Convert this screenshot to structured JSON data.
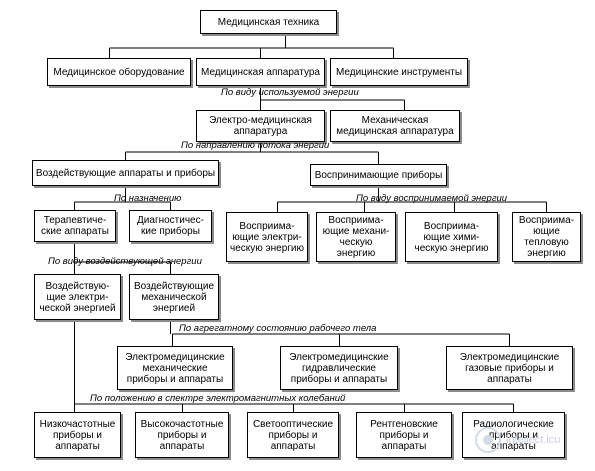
{
  "nodes": {
    "root": "Медицинская техника",
    "equipment": "Медицинское оборудование",
    "apparatus": "Медицинская аппаратура",
    "instruments": "Медицинские инструменты",
    "electro_med": "Электро-медицинская\nаппаратура",
    "mech_med": "Механическая\nмедицинская аппаратура",
    "acting": "Воздействующие аппараты и приборы",
    "perceiving": "Воспринимающие приборы",
    "therapeutic": "Терапевтиче-\nские аппараты",
    "diagnostic": "Диагностичес-\nкие приборы",
    "perc_electric": "Восприима-\nющие электри-\nческую энергию",
    "perc_mech": "Восприима-\nющие механи-\nческую энергию",
    "perc_chem": "Восприима-\nющие хими-\nческую энергию",
    "perc_heat": "Восприима-\nющие тепловую\nэнергию",
    "act_electric": "Воздействую-\nщие электри-\nческой энергией",
    "act_mech": "Воздействующие\nмеханической\nэнергией",
    "em_mech": "Электромедицинские\nмеханические\nприборы и аппараты",
    "em_hydraulic": "Электромедицинские\nгидравлические\nприборы и аппараты",
    "em_gas": "Электромедицинские\nгазовые приборы и\nаппараты",
    "low_freq": "Низкочастотные\nприборы и\nаппараты",
    "high_freq": "Высокочастотные\nприборы и\nаппараты",
    "light_optic": "Светооптические\nприборы и\nаппараты",
    "xray": "Рентгеновские\nприборы и\nаппараты",
    "radiologic": "Радиологические\nприборы и\nаппараты"
  },
  "labels": {
    "by_energy_used": "По виду используемой энергии",
    "by_flow_direction": "По направлению потока энергии",
    "by_purpose": "По назначению",
    "by_perceived_energy": "По виду воспринимаемой энергии",
    "by_acting_energy": "По виду воздействующей энергии",
    "by_aggregate_state": "По агрегатному состоянию рабочего тела",
    "by_spectrum_position": "По положению в спектре электромагнитных колебаний"
  },
  "watermark": "intellect.icu"
}
